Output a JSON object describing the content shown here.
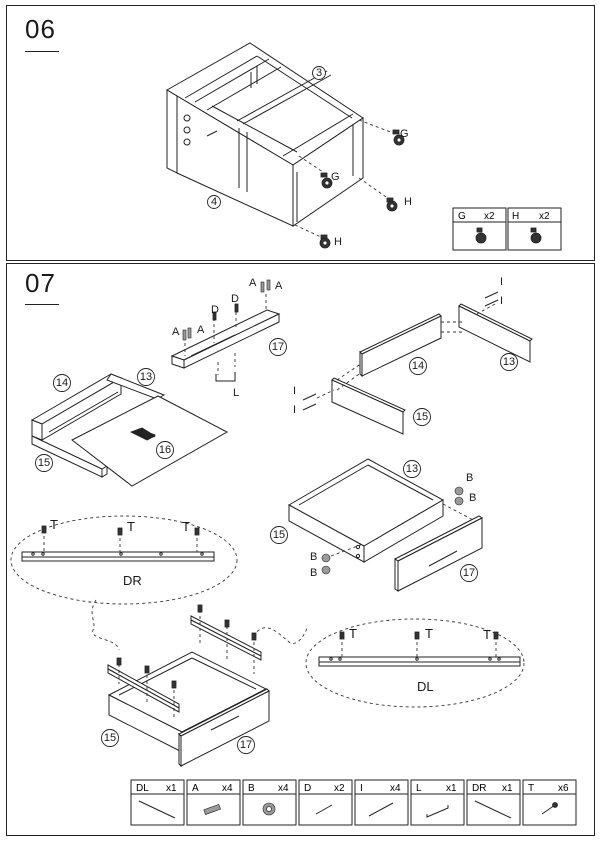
{
  "step1": {
    "number": "06",
    "callouts": {
      "top_panel": "3",
      "bottom_panel": "4"
    },
    "caster_labels": [
      "G",
      "G",
      "H",
      "H"
    ],
    "parts": [
      {
        "code": "G",
        "qty": "x2"
      },
      {
        "code": "H",
        "qty": "x2"
      }
    ]
  },
  "step2": {
    "number": "07",
    "callouts": {
      "drawer_left_side": "14",
      "drawer_back": "13",
      "drawer_right_side": "15",
      "drawer_bottom": "16",
      "drawer_front": "17",
      "exploded_left": "14",
      "exploded_back": "13",
      "exploded_right": "15",
      "assembled_back": "13",
      "assembled_right": "15",
      "assembled_front": "17",
      "final_right": "15",
      "final_front": "17"
    },
    "screw_labels": {
      "front_A": [
        "A",
        "A",
        "A",
        "A"
      ],
      "front_D": [
        "D",
        "D"
      ],
      "front_L": "L",
      "panel_I": [
        "I",
        "I",
        "I",
        "I"
      ],
      "cam_B": [
        "B",
        "B",
        "B",
        "B"
      ],
      "rail_T": [
        "T",
        "T",
        "T",
        "T",
        "T",
        "T"
      ]
    },
    "rail_labels": {
      "right": "DR",
      "left": "DL"
    },
    "parts": [
      {
        "code": "DL",
        "qty": "x1"
      },
      {
        "code": "A",
        "qty": "x4"
      },
      {
        "code": "B",
        "qty": "x4"
      },
      {
        "code": "D",
        "qty": "x2"
      },
      {
        "code": "I",
        "qty": "x4"
      },
      {
        "code": "L",
        "qty": "x1"
      },
      {
        "code": "DR",
        "qty": "x1"
      },
      {
        "code": "T",
        "qty": "x6"
      }
    ]
  }
}
